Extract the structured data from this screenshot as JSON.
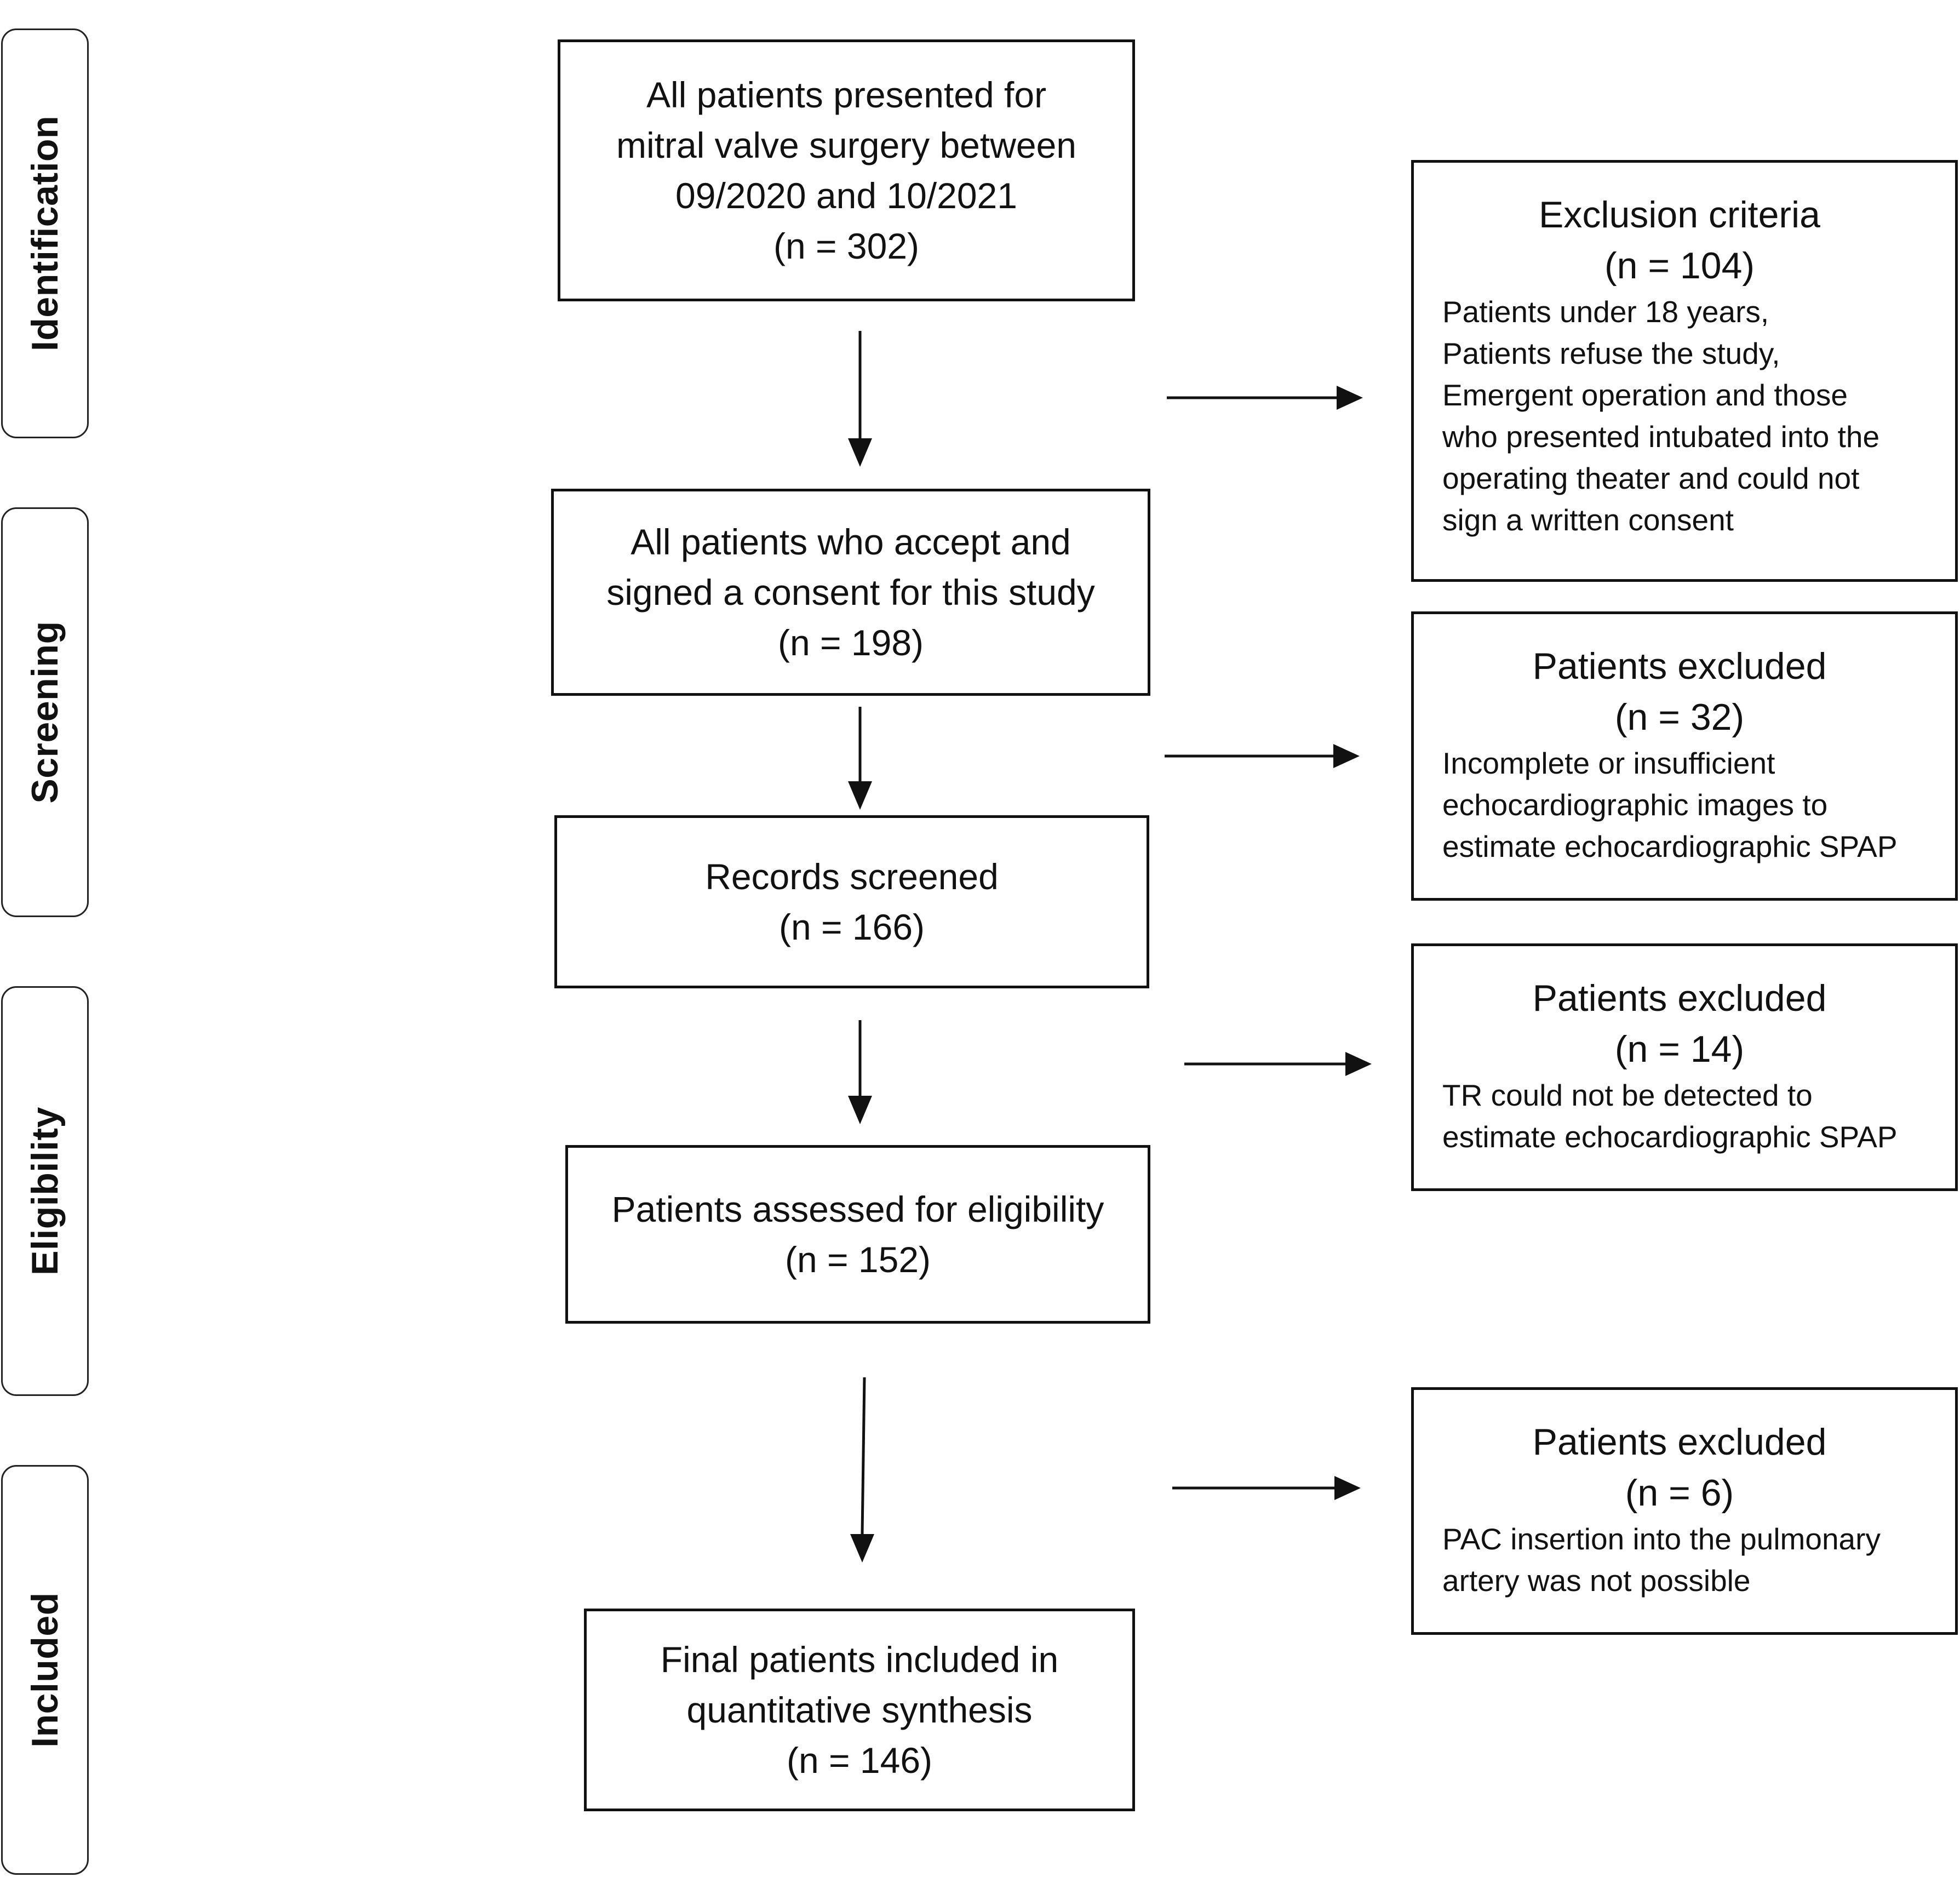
{
  "phases": [
    {
      "label": "Identification"
    },
    {
      "label": "Screening"
    },
    {
      "label": "Eligibility"
    },
    {
      "label": "Included"
    }
  ],
  "main_boxes": [
    {
      "lines": [
        "All patients presented for",
        "mitral valve surgery between",
        "09/2020 and 10/2021",
        "(n = 302)"
      ]
    },
    {
      "lines": [
        "All patients who accept and",
        "signed a consent for this study",
        "(n = 198)"
      ]
    },
    {
      "lines": [
        "Records screened",
        "(n = 166)"
      ]
    },
    {
      "lines": [
        "Patients assessed for eligibility",
        "(n = 152)"
      ]
    },
    {
      "lines": [
        "Final patients included in",
        "quantitative synthesis",
        "(n = 146)"
      ]
    }
  ],
  "side_boxes": [
    {
      "title": "Exclusion criteria",
      "count": "(n = 104)",
      "details": [
        "Patients under 18 years,",
        "Patients refuse the study,",
        "Emergent operation and those",
        "who presented intubated into the",
        "operating theater and could not",
        "sign a written consent"
      ]
    },
    {
      "title": "Patients excluded",
      "count": "(n = 32)",
      "details": [
        "Incomplete or insufficient",
        "echocardiographic images to",
        "estimate echocardiographic SPAP"
      ]
    },
    {
      "title": "Patients excluded",
      "count": "(n = 14)",
      "details": [
        "TR could not be detected to",
        "estimate echocardiographic SPAP"
      ]
    },
    {
      "title": "Patients excluded",
      "count": "(n = 6)",
      "details": [
        "PAC insertion into the pulmonary",
        "artery was not possible"
      ]
    }
  ],
  "colors": {
    "line": "#111111",
    "background": "#ffffff"
  }
}
